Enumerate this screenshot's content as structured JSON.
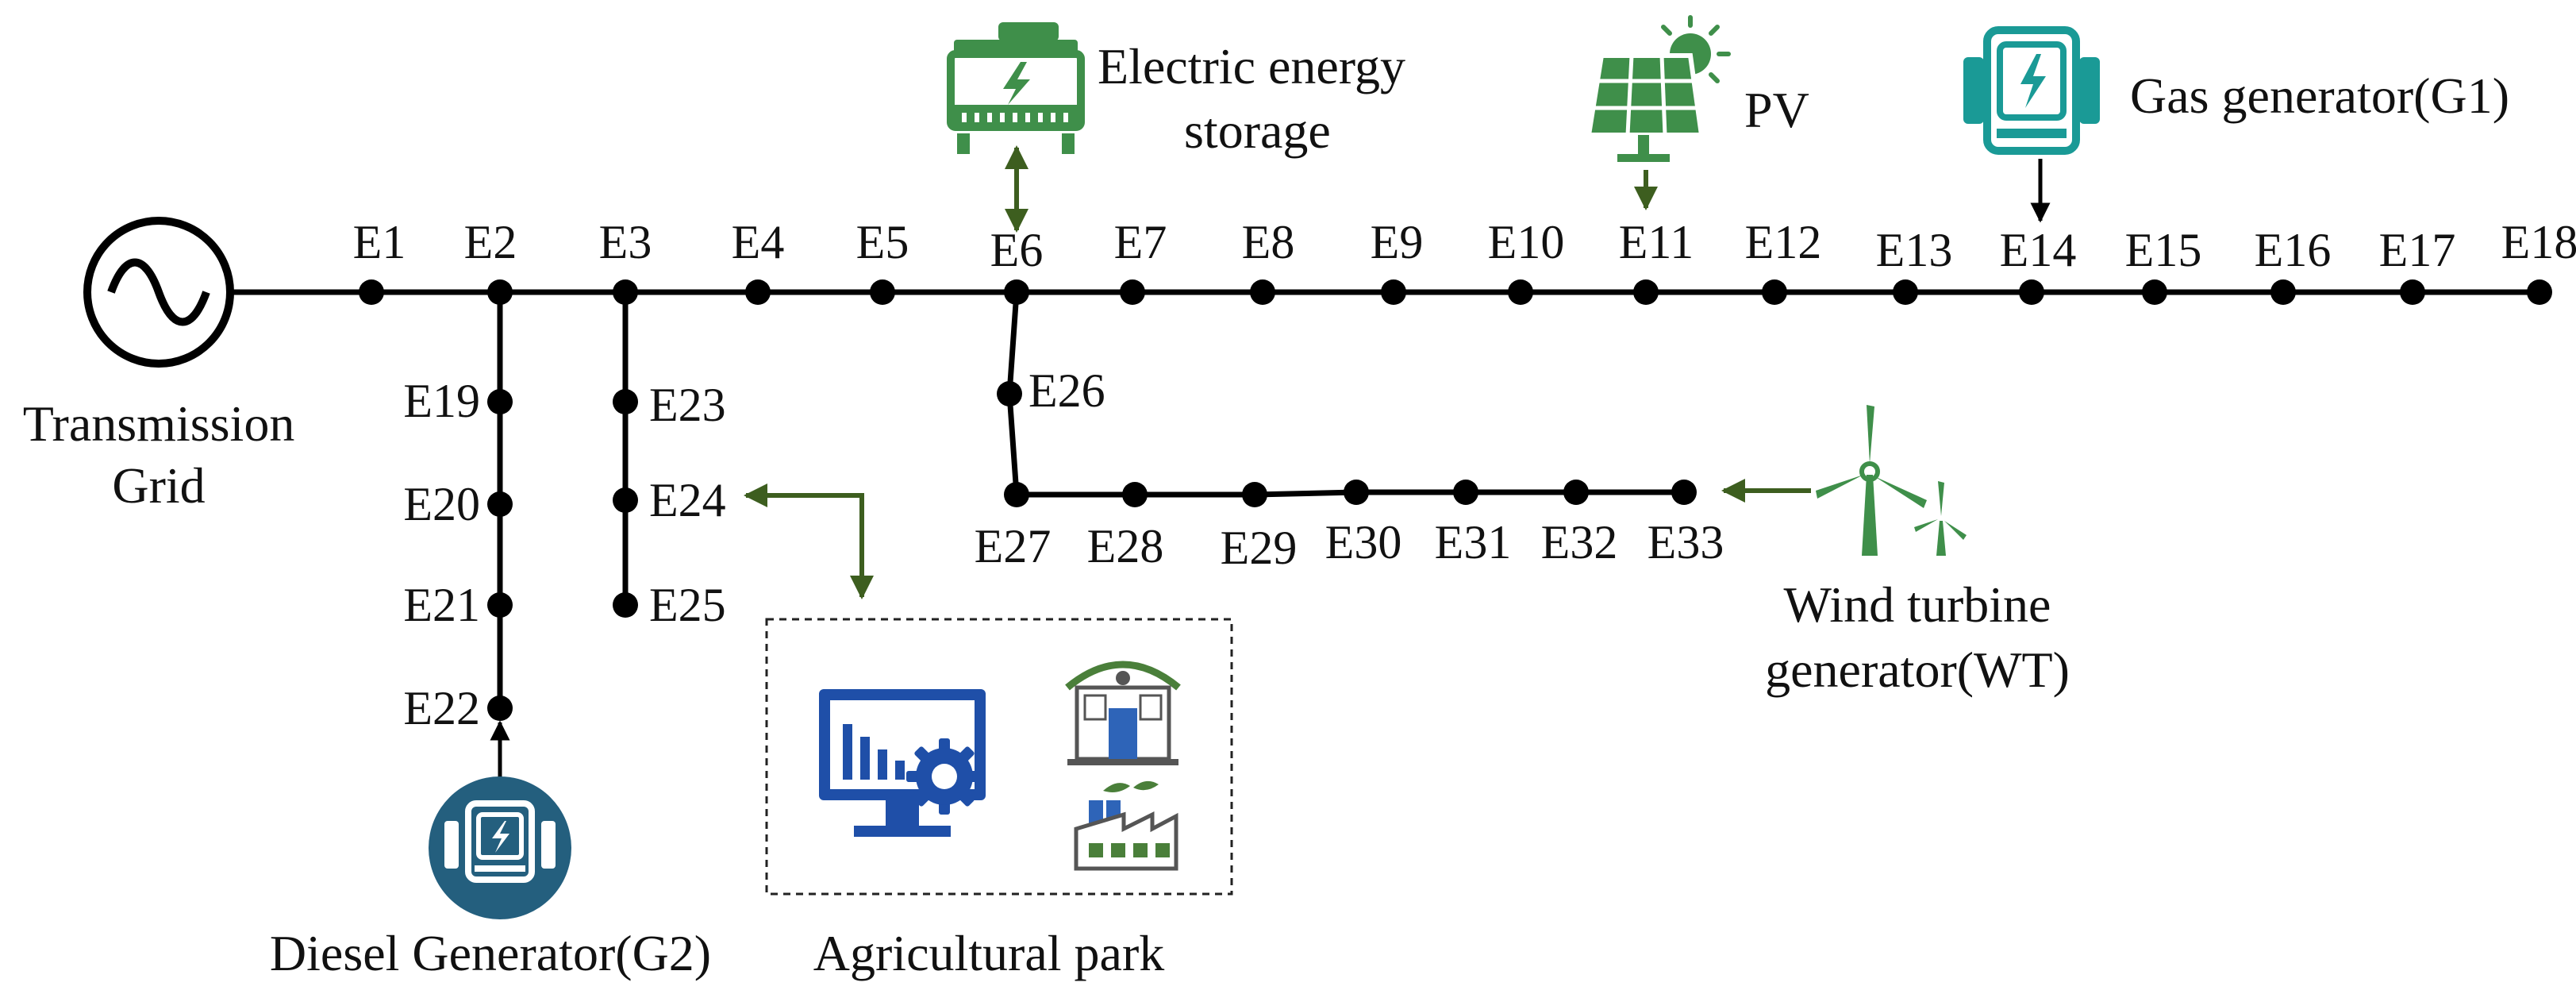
{
  "source": {
    "label_line1": "Transmission",
    "label_line2": "Grid"
  },
  "nodes": [
    "E1",
    "E2",
    "E3",
    "E4",
    "E5",
    "E6",
    "E7",
    "E8",
    "E9",
    "E10",
    "E11",
    "E12",
    "E13",
    "E14",
    "E15",
    "E16",
    "E17",
    "E18",
    "E19",
    "E20",
    "E21",
    "E22",
    "E23",
    "E24",
    "E25",
    "E26",
    "E27",
    "E28",
    "E29",
    "E30",
    "E31",
    "E32",
    "E33"
  ],
  "connections": [
    {
      "from": "E1",
      "to": "E2"
    },
    {
      "from": "E2",
      "to": "E3"
    },
    {
      "from": "E3",
      "to": "E4"
    },
    {
      "from": "E4",
      "to": "E5"
    },
    {
      "from": "E5",
      "to": "E6"
    },
    {
      "from": "E6",
      "to": "E7"
    },
    {
      "from": "E7",
      "to": "E8"
    },
    {
      "from": "E8",
      "to": "E9"
    },
    {
      "from": "E9",
      "to": "E10"
    },
    {
      "from": "E10",
      "to": "E11"
    },
    {
      "from": "E11",
      "to": "E12"
    },
    {
      "from": "E12",
      "to": "E13"
    },
    {
      "from": "E13",
      "to": "E14"
    },
    {
      "from": "E14",
      "to": "E15"
    },
    {
      "from": "E15",
      "to": "E16"
    },
    {
      "from": "E16",
      "to": "E17"
    },
    {
      "from": "E17",
      "to": "E18"
    },
    {
      "from": "E2",
      "to": "E19"
    },
    {
      "from": "E19",
      "to": "E20"
    },
    {
      "from": "E20",
      "to": "E21"
    },
    {
      "from": "E21",
      "to": "E22"
    },
    {
      "from": "E3",
      "to": "E23"
    },
    {
      "from": "E23",
      "to": "E24"
    },
    {
      "from": "E24",
      "to": "E25"
    },
    {
      "from": "E6",
      "to": "E26"
    },
    {
      "from": "E26",
      "to": "E27"
    },
    {
      "from": "E27",
      "to": "E28"
    },
    {
      "from": "E28",
      "to": "E29"
    },
    {
      "from": "E29",
      "to": "E30"
    },
    {
      "from": "E30",
      "to": "E31"
    },
    {
      "from": "E31",
      "to": "E32"
    },
    {
      "from": "E32",
      "to": "E33"
    }
  ],
  "devices": {
    "storage": {
      "label_line1": "Electric energy",
      "label_line2": "storage",
      "icon": "battery-icon",
      "bus": "E6",
      "color": "#3f8f4a"
    },
    "pv": {
      "label": "PV",
      "icon": "solar-panel-icon",
      "bus": "E11",
      "color": "#3f8f4a"
    },
    "gas": {
      "label": "Gas generator(G1)",
      "icon": "generator-icon",
      "bus": "E14",
      "color": "#1a9a96"
    },
    "wind": {
      "label_line1": "Wind turbine",
      "label_line2": "generator(WT)",
      "icon": "wind-turbine-icon",
      "bus": "E33",
      "color": "#3f8f4a"
    },
    "diesel": {
      "label": "Diesel Generator(G2)",
      "icon": "generator-icon",
      "bus": "E22",
      "color": "#245f7e"
    },
    "agri": {
      "label": "Agricultural park",
      "bus": "E24",
      "icons": [
        "monitor-gear-icon",
        "greenhouse-icon",
        "factory-icon"
      ],
      "colors": [
        "#1f4fa8",
        "#4a7f3a"
      ]
    }
  },
  "colors": {
    "line": "#000000",
    "arrow_green": "#3d5e1f"
  }
}
